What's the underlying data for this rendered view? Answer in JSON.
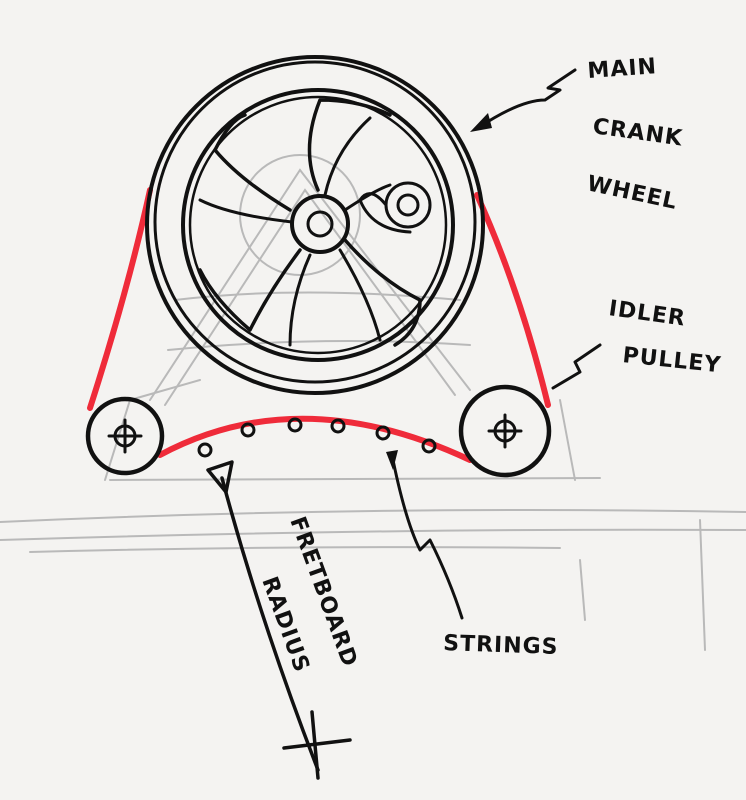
{
  "labels": {
    "main_crank_wheel": [
      "MAIN",
      "CRANK",
      "WHEEL"
    ],
    "idler_pulley": [
      "IDLER",
      "PULLEY"
    ],
    "fretboard_radius": [
      "FRETBOARD",
      "RADIUS"
    ],
    "strings": "STRINGS"
  },
  "colors": {
    "paper": "#f4f3f1",
    "ink": "#111111",
    "belt": "#ef2b3a",
    "pencil": "#b9b9b9"
  },
  "icons": {
    "pulley_center": "crosshair-icon",
    "arrowhead": "triangle-arrowhead-icon"
  }
}
